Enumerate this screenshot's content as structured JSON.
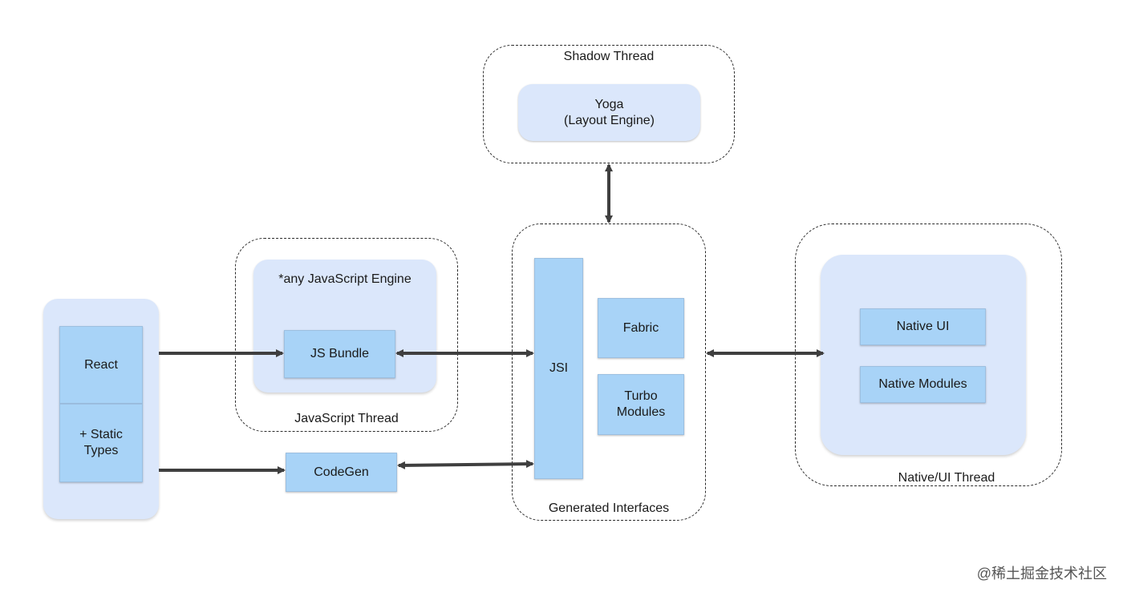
{
  "shadow_thread": {
    "label": "Shadow Thread",
    "yoga": "Yoga\n(Layout Engine)"
  },
  "js_thread": {
    "label": "JavaScript Thread",
    "engine": "*any JavaScript Engine",
    "bundle": "JS Bundle"
  },
  "source": {
    "react": "React",
    "static_types": "+ Static\nTypes"
  },
  "codegen": "CodeGen",
  "generated": {
    "label": "Generated Interfaces",
    "jsi": "JSI",
    "fabric": "Fabric",
    "turbo": "Turbo\nModules"
  },
  "native_thread": {
    "label": "Native/UI Thread",
    "native_ui": "Native UI",
    "native_modules": "Native Modules"
  },
  "watermark": "@稀土掘金技术社区",
  "colors": {
    "box_fill": "#a8d3f7",
    "container_fill": "#dbe7fb",
    "arrow": "#3f3f3f"
  }
}
